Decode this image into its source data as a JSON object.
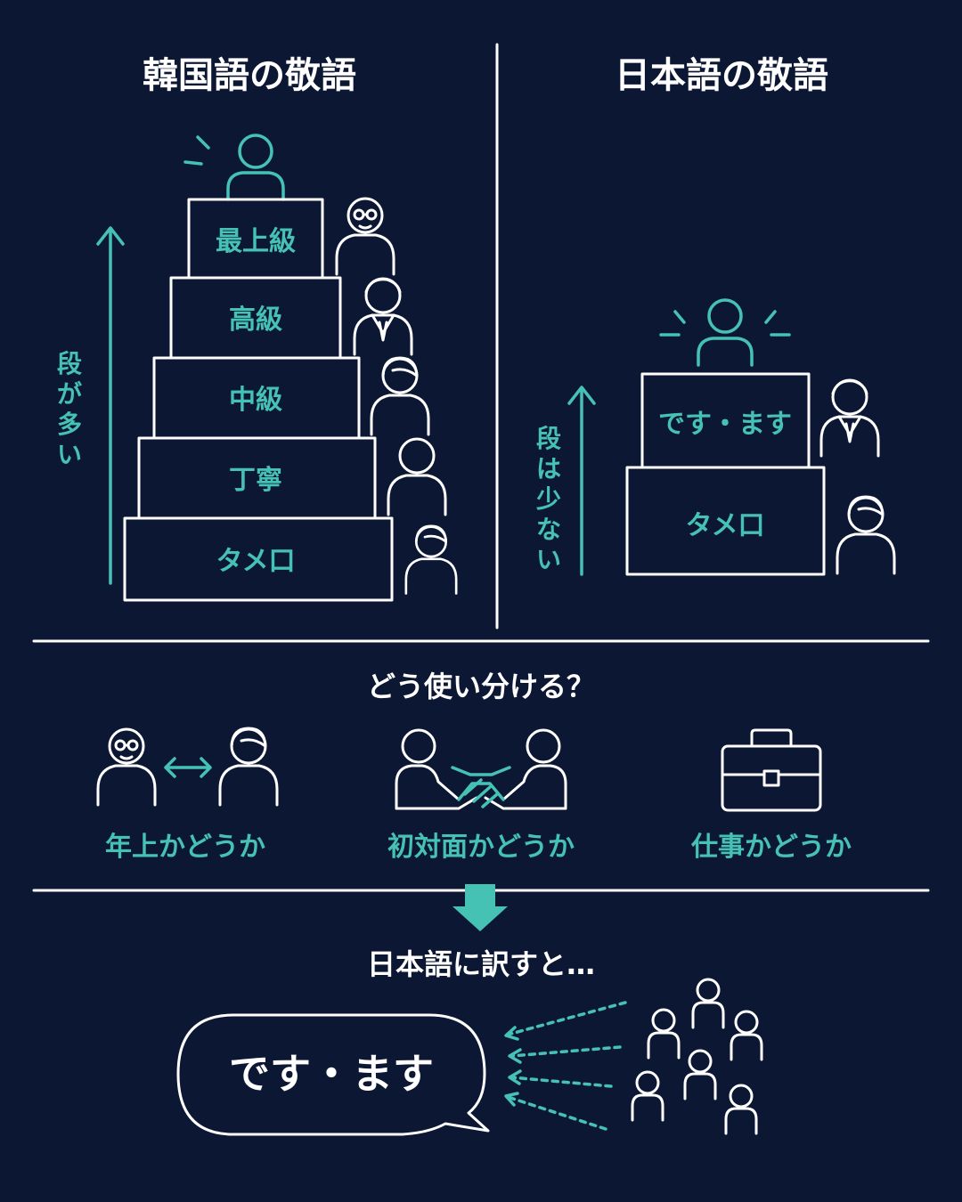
{
  "colors": {
    "background": "#0c1734",
    "accent": "#45c2b4",
    "line": "#ffffff"
  },
  "korean": {
    "title": "韓国語の敬語",
    "axis_label": [
      "段",
      "が",
      "多",
      "い"
    ],
    "steps": [
      "最上級",
      "高級",
      "中級",
      "丁寧",
      "タメ口"
    ]
  },
  "japanese": {
    "title": "日本語の敬語",
    "axis_label": [
      "段",
      "は",
      "少",
      "な",
      "い"
    ],
    "steps": [
      "です・ます",
      "タメ口"
    ]
  },
  "usage": {
    "question": "どう使い分ける？",
    "criteria": [
      {
        "label": "年上かどうか",
        "icon": "elder-vs-person-icon"
      },
      {
        "label": "初対面かどうか",
        "icon": "handshake-icon"
      },
      {
        "label": "仕事かどうか",
        "icon": "briefcase-icon"
      }
    ]
  },
  "translation": {
    "lead": "日本語に訳すと…",
    "result": "です・ます"
  }
}
